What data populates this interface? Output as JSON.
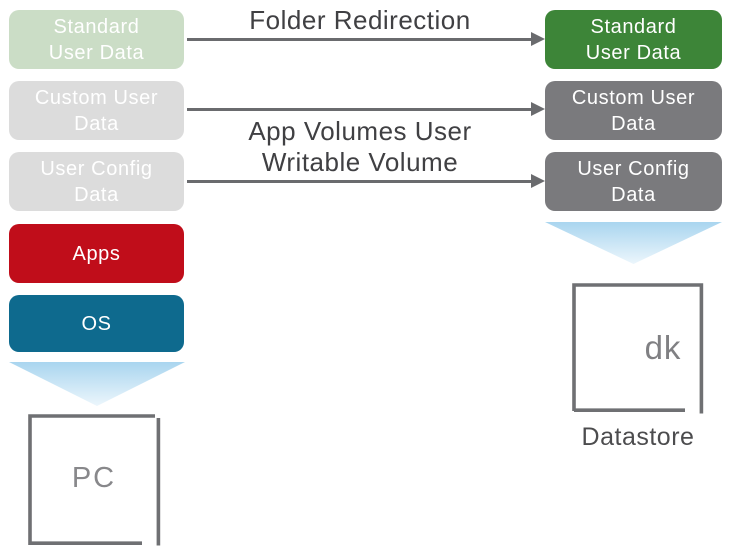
{
  "diagram": {
    "left_column": {
      "boxes": [
        {
          "label": "Standard\nUser Data",
          "color": "#cbddc6"
        },
        {
          "label": "Custom User\nData",
          "color": "#dcdcdc"
        },
        {
          "label": "User Config\nData",
          "color": "#dcdcdc"
        },
        {
          "label": "Apps",
          "color": "#c00d1a"
        },
        {
          "label": "OS",
          "color": "#0e6a8e"
        }
      ],
      "device_label": "PC"
    },
    "right_column": {
      "boxes": [
        {
          "label": "Standard\nUser Data",
          "color": "#3d8538"
        },
        {
          "label": "Custom User\nData",
          "color": "#7a7a7d"
        },
        {
          "label": "User Config\nData",
          "color": "#7a7a7d"
        }
      ],
      "device_icon_text": "dk",
      "device_label": "Datastore"
    },
    "connections": {
      "folder_redirection": "Folder Redirection",
      "app_volumes": "App Volumes User\nWritable Volume"
    },
    "colors": {
      "arrow": "#6a6b6e",
      "device_outline": "#6f7073",
      "connection_label_text": "#404043",
      "triangle_gradient_top": "#a9d5ef",
      "triangle_gradient_bottom": "#ecf6fc",
      "box_text": "#ffffff"
    }
  }
}
